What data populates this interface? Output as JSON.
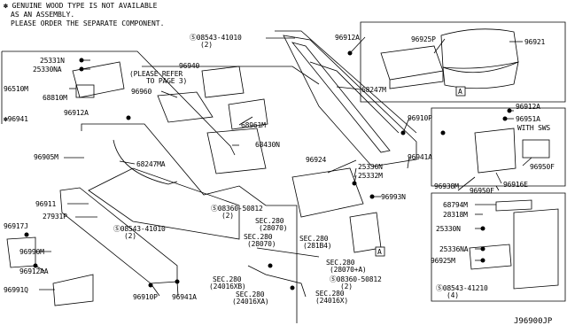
{
  "note": {
    "line1": "✽ GENUINE WOOD TYPE IS NOT AVAILABLE",
    "line2": "AS AN ASSEMBLY.",
    "line3": "PLEASE ORDER THE SEPARATE COMPONENT."
  },
  "diagram_id": "J96900JP",
  "parts": {
    "p08543_41010_top": "Ⓢ08543-41010",
    "p08543_41010_top_qty": "(2)",
    "p96912A_top": "96912A",
    "p96925P": "96925P",
    "p96921": "96921",
    "p25331N": "25331N",
    "p25330NA_top": "25330NA",
    "p96510M": "96510M",
    "p68810M": "68810M",
    "p96941": "✽96941",
    "p96912A_left": "96912A",
    "p96940": "96940",
    "p96940_ref1": "(PLEASE REFER",
    "p96940_ref2": "TO PAGE 3)",
    "p96960": "96960",
    "p68247M": "68247M",
    "p96912A_right": "96912A",
    "p96951A": "96951A",
    "p68961M": "68961M",
    "p68430N": "68430N",
    "p96910P_top": "96910P",
    "p96941A_right": "96941A",
    "with_sws": "WITH SWS",
    "p96905M": "96905M",
    "p68247MA": "68247MA",
    "p96924": "96924",
    "p25336N": "25336N",
    "p25332M": "25332M",
    "p96993N": "96993N",
    "p96916E": "96916E",
    "p96950F_right": "96950F",
    "p96938M": "96938M",
    "p96950F_bottom": "96950F",
    "p96911": "96911",
    "p27931P": "27931P",
    "p08360_50812_top": "Ⓢ08360-50812",
    "p08360_50812_top_qty": "(2)",
    "p08543_41010_mid": "Ⓢ08543-41010",
    "p08543_41010_mid_qty": "(2)",
    "sec280_28070_a": "SEC.280",
    "sec280_28070_b": "(28070)",
    "sec280_28070_c": "SEC.280",
    "sec280_28070_d": "(28070)",
    "sec280_281B4_a": "SEC.280",
    "sec280_281B4_b": "(281B4)",
    "sec280_28070A_a": "SEC.280",
    "sec280_28070A_b": "(28070+A)",
    "p08360_50812_bot": "Ⓢ08360-50812",
    "p08360_50812_bot_qty": "(2)",
    "sec280_24016X_a": "SEC.280",
    "sec280_24016X_b": "(24016X)",
    "sec280_24016XB_a": "SEC.280",
    "sec280_24016XB_b": "(24016XB)",
    "sec280_24016XA_a": "SEC.280",
    "sec280_24016XA_b": "(24016XA)",
    "p96917J": "96917J",
    "p96990M": "96990M",
    "p96912AA": "96912AA",
    "p96991Q": "96991Q",
    "p96910P_bot": "96910P",
    "p96941A_bot": "96941A",
    "p68794M": "68794M",
    "p28318M": "28318M",
    "p25330N": "25330N",
    "p25336NA": "25336NA",
    "p96925M": "96925M",
    "p08543_41210": "Ⓢ08543-41210",
    "p08543_41210_qty": "(4)",
    "callout_A": "A"
  }
}
